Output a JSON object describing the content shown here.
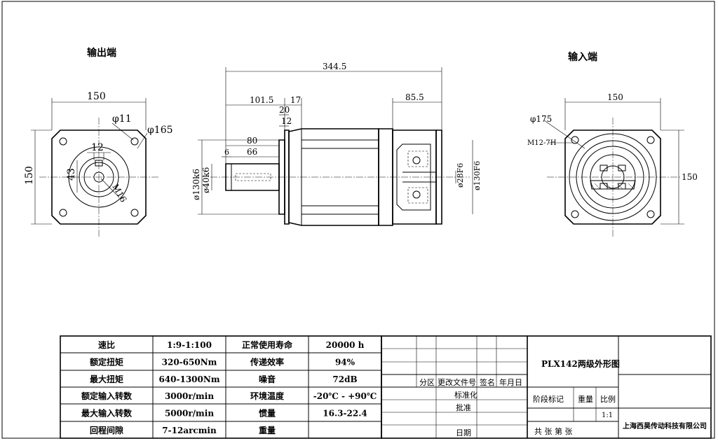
{
  "views": {
    "output_title": "输出端",
    "input_title": "输入端"
  },
  "dims": {
    "left_width": "150",
    "left_height": "150",
    "hole_dia": "φ11",
    "pcd": "φ165",
    "key_width": "12",
    "key_height": "43",
    "thread": "M16",
    "total_length": "344.5",
    "len_101": "101.5",
    "len_17": "17",
    "len_20": "20",
    "len_12": "12",
    "len_80": "80",
    "len_66": "66",
    "len_6": "6",
    "len_85": "85.5",
    "flange_dia": "ø130k6",
    "shaft_dia": "ø40k6",
    "input_bore": "ø28F6",
    "input_spigot": "ø130F6",
    "right_width": "150",
    "right_height": "150",
    "right_pcd": "φ175",
    "right_thread": "M12-7H"
  },
  "specs": {
    "rows": [
      [
        "速比",
        "1:9-1:100",
        "正常使用寿命",
        "20000 h"
      ],
      [
        "额定扭矩",
        "320-650Nm",
        "传递效率",
        "94%"
      ],
      [
        "最大扭矩",
        "640-1300Nm",
        "噪音",
        "72dB"
      ],
      [
        "额定输入转数",
        "3000r/min",
        "环境温度",
        "-20℃ - +90℃"
      ],
      [
        "最大输入转数",
        "5000r/min",
        "惯量",
        "16.3-22.4"
      ],
      [
        "回程间隙",
        "7-12arcmin",
        "重量",
        ""
      ]
    ]
  },
  "titleblock": {
    "drawing_name": "PLX142两级外形图",
    "col_zone": "分区",
    "col_doc": "更改文件号",
    "col_sign": "签名",
    "col_date": "年月日",
    "standard": "标准化",
    "approve": "批准",
    "date": "日期",
    "stage": "阶段标记",
    "weight": "重量",
    "scale": "比例",
    "scale_value": "1:1",
    "sheets": "共   张 第   张",
    "company": "上海西昊传动科技有限公司"
  }
}
